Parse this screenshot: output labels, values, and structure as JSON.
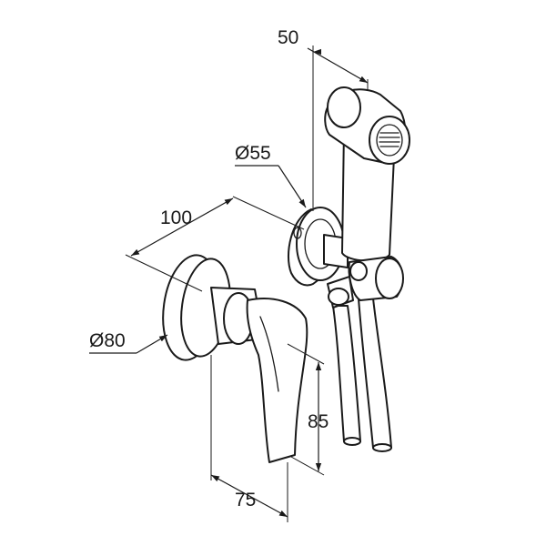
{
  "dimensions": {
    "width_top": "50",
    "diameter_bracket": "Ø55",
    "depth_valve": "100",
    "diameter_rosette": "Ø80",
    "height_lever": "85",
    "width_lever": "75"
  },
  "colors": {
    "line": "#1a1a1a",
    "background": "#ffffff"
  }
}
